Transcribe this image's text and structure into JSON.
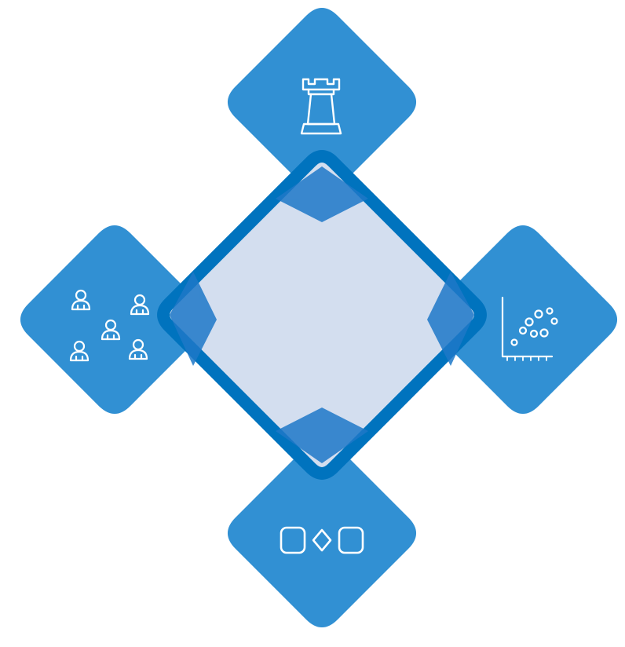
{
  "colors": {
    "background": "#ffffff",
    "tile": "#3190d3",
    "frame": "#0073be",
    "center_fill": "#d3deef",
    "overlap": "#1d78c8",
    "icon": "#ffffff"
  },
  "tiles": [
    {
      "name": "top-tile",
      "icon": "strategy-tower-icon"
    },
    {
      "name": "left-tile",
      "icon": "people-group-icon"
    },
    {
      "name": "right-tile",
      "icon": "scatter-plot-icon"
    },
    {
      "name": "bottom-tile",
      "icon": "process-flow-icon"
    }
  ],
  "center": {
    "name": "center-diamond"
  }
}
